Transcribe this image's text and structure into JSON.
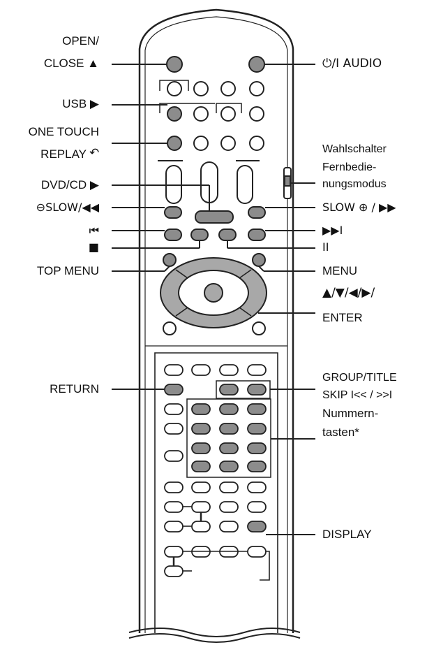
{
  "labels": {
    "open_close_line1": "OPEN/",
    "open_close_line2": "CLOSE ▲",
    "usb": "USB ▶",
    "one_touch_line1": "ONE TOUCH",
    "one_touch_line2": "REPLAY",
    "dvd_cd": "DVD/CD ▶",
    "slow_minus": "⊖SLOW/◀◀",
    "prev": "⏮",
    "stop": "■",
    "top_menu": "TOP MENU",
    "return": "RETURN",
    "power_audio": "⏻/I AUDIO",
    "mode_switch_line1": "Wahlschalter",
    "mode_switch_line2": "Fernbedie-",
    "mode_switch_line3": "nungsmodus",
    "slow_plus": "SLOW ⊕ / ▶▶",
    "next": "▶▶I",
    "pause": "II",
    "menu": "MENU",
    "cursor_line1": "▲/▼/◀/▶/",
    "cursor_line2": "ENTER",
    "group_title_line1": "GROUP/TITLE",
    "group_title_line2": "SKIP I<< / >>I",
    "number_keys_line1": "Nummern-",
    "number_keys_line2": "tasten*",
    "display": "DISPLAY"
  },
  "colors": {
    "outline": "#222222",
    "highlight_fill": "#8c8c8c",
    "plain_fill": "#ffffff",
    "nav_fill": "#a8a8a8"
  }
}
